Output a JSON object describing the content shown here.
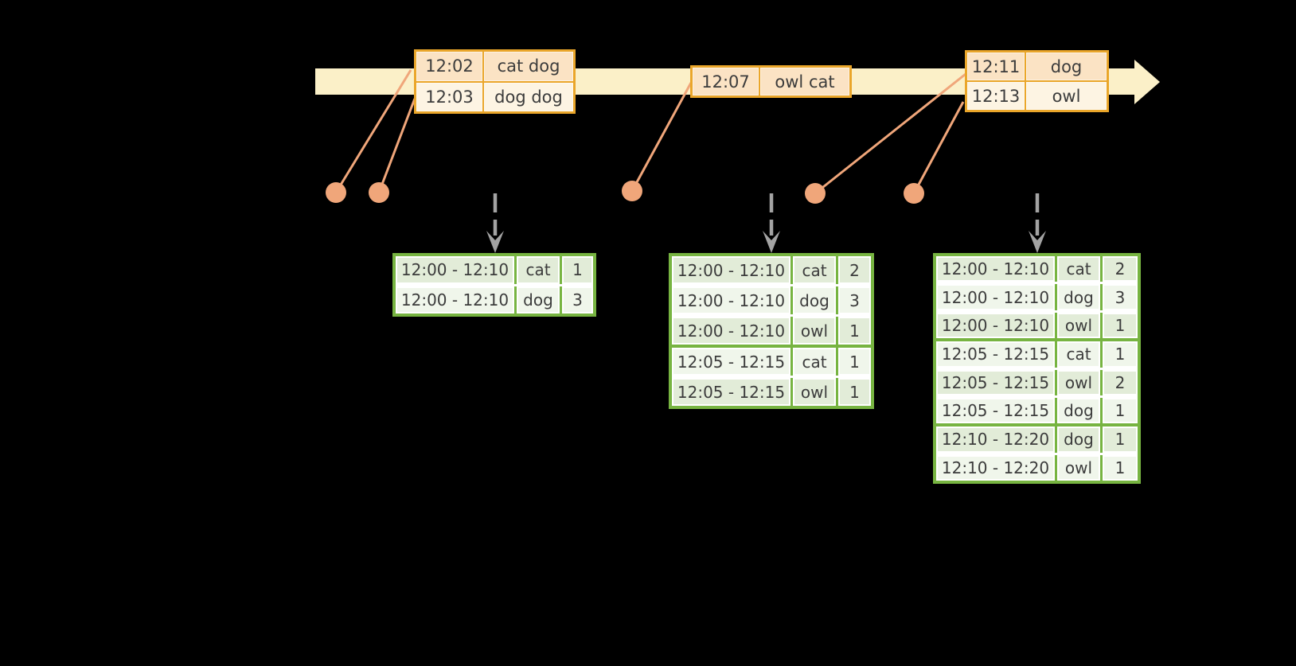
{
  "colors": {
    "background": "#000000",
    "timeline_arrow": "#FBF0C8",
    "event_table_border": "#EAA62A",
    "event_row_peach": "#FBE3C4",
    "event_row_cream": "#FDF4E3",
    "event_marker": "#F0A67A",
    "trigger_arrow_gray": "#A3A3A3",
    "result_table_border": "#77B441",
    "result_row_green": "#E2ECD8",
    "result_row_pale": "#F0F6EB",
    "text": "#3C3C3C"
  },
  "event_tables": [
    {
      "rows": [
        {
          "time": "12:02",
          "words": "cat dog"
        },
        {
          "time": "12:03",
          "words": "dog dog"
        }
      ]
    },
    {
      "rows": [
        {
          "time": "12:07",
          "words": "owl cat"
        }
      ]
    },
    {
      "rows": [
        {
          "time": "12:11",
          "words": "dog"
        },
        {
          "time": "12:13",
          "words": "owl"
        }
      ]
    }
  ],
  "result_tables": [
    {
      "rows": [
        {
          "window": "12:00 - 12:10",
          "word": "cat",
          "count": "1"
        },
        {
          "window": "12:00 - 12:10",
          "word": "dog",
          "count": "3"
        }
      ]
    },
    {
      "rows": [
        {
          "window": "12:00 - 12:10",
          "word": "cat",
          "count": "2"
        },
        {
          "window": "12:00 - 12:10",
          "word": "dog",
          "count": "3"
        },
        {
          "window": "12:00 - 12:10",
          "word": "owl",
          "count": "1"
        },
        {
          "window": "12:05 - 12:15",
          "word": "cat",
          "count": "1"
        },
        {
          "window": "12:05 - 12:15",
          "word": "owl",
          "count": "1"
        }
      ]
    },
    {
      "rows": [
        {
          "window": "12:00 - 12:10",
          "word": "cat",
          "count": "2"
        },
        {
          "window": "12:00 - 12:10",
          "word": "dog",
          "count": "3"
        },
        {
          "window": "12:00 - 12:10",
          "word": "owl",
          "count": "1"
        },
        {
          "window": "12:05 - 12:15",
          "word": "cat",
          "count": "1"
        },
        {
          "window": "12:05 - 12:15",
          "word": "owl",
          "count": "2"
        },
        {
          "window": "12:05 - 12:15",
          "word": "dog",
          "count": "1"
        },
        {
          "window": "12:10 - 12:20",
          "word": "dog",
          "count": "1"
        },
        {
          "window": "12:10 - 12:20",
          "word": "owl",
          "count": "1"
        }
      ]
    }
  ]
}
